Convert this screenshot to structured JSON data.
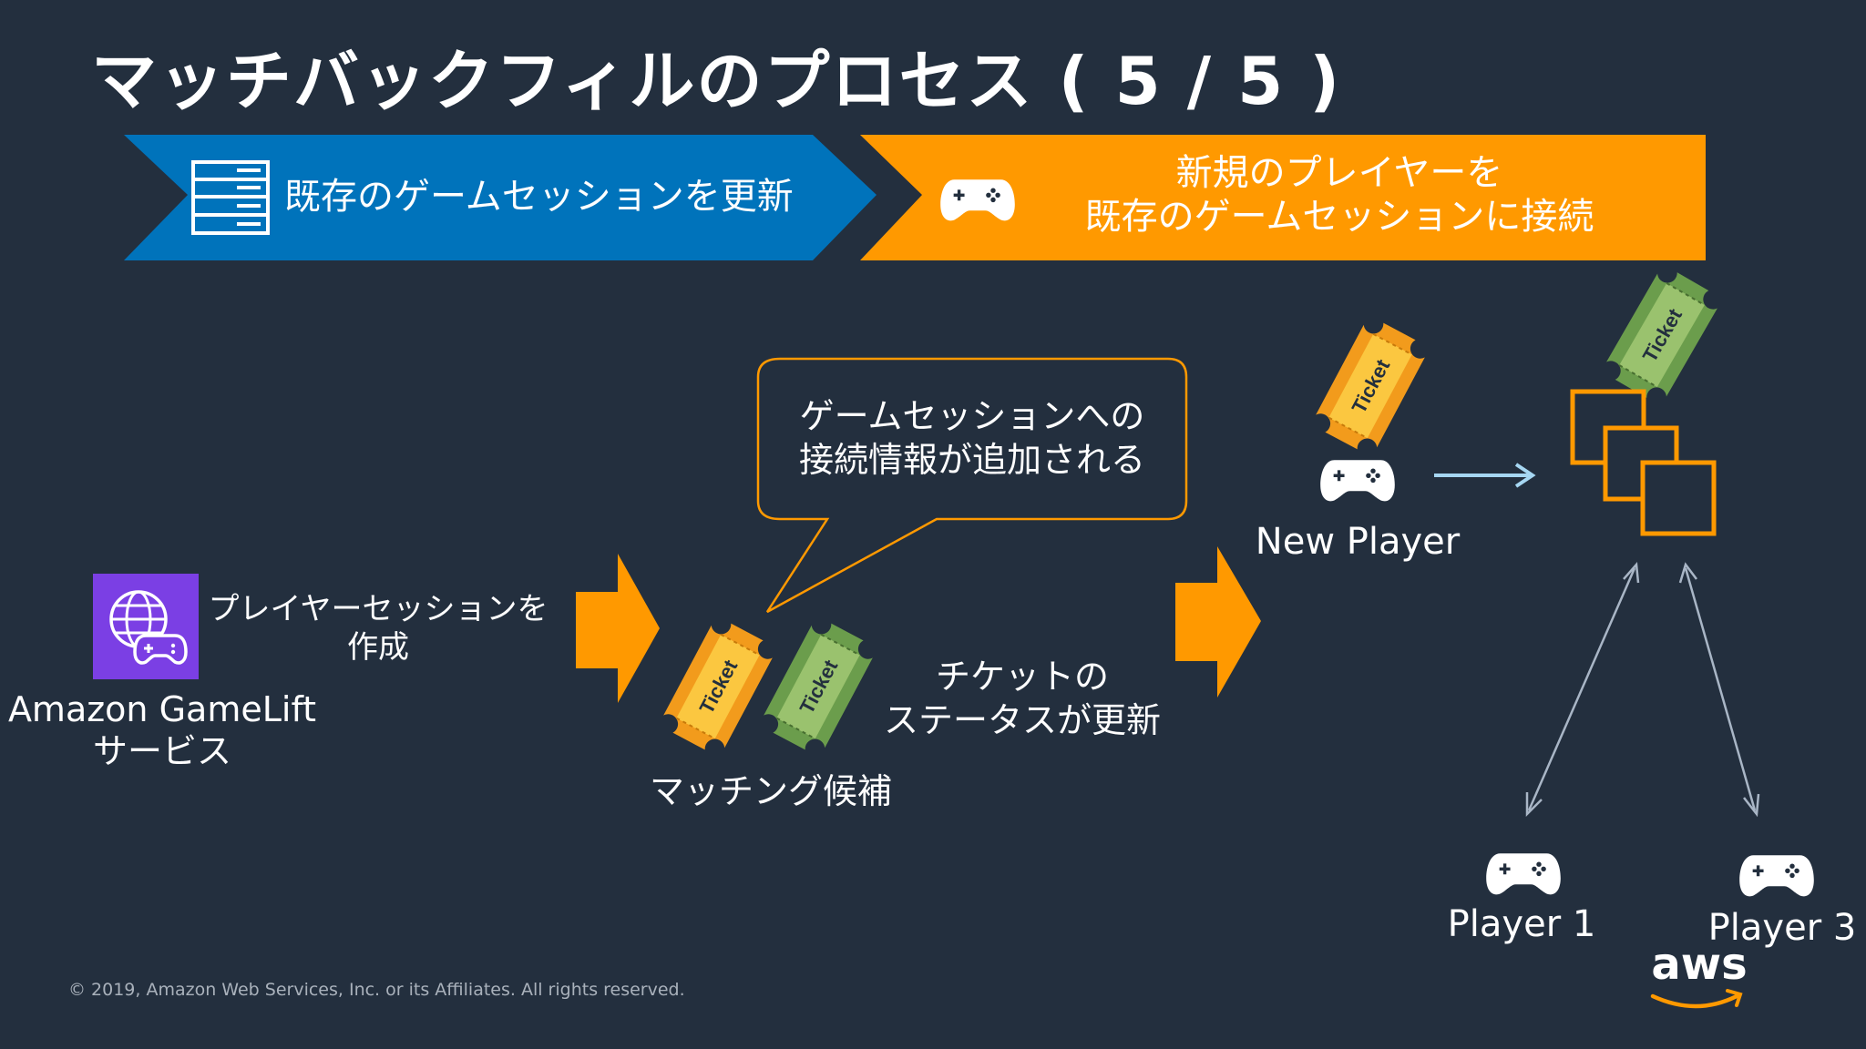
{
  "title": "マッチバックフィルのプロセス ( 5 / 5 )",
  "banner": {
    "step1": "既存のゲームセッションを更新",
    "step2_line1": "新規のプレイヤーを",
    "step2_line2": "既存のゲームセッションに接続",
    "colors": {
      "blue": "#0073bb",
      "orange": "#ff9900"
    }
  },
  "service": {
    "caption": "プレイヤーセッションを\n作成",
    "name_line1": "Amazon GameLift",
    "name_line2": "サービス",
    "icon_color": "#7b3fe4"
  },
  "speech_bubble": {
    "line1": "ゲームセッションへの",
    "line2": "接続情報が追加される"
  },
  "tickets": {
    "text": "Ticket",
    "candidates_label": "マッチング候補",
    "status_line1": "チケットの",
    "status_line2": "ステータスが更新"
  },
  "new_player": "New Player",
  "players": {
    "p1": "Player 1",
    "p3": "Player 3"
  },
  "logo": "aws",
  "copyright": "© 2019, Amazon Web Services, Inc. or its Affiliates. All rights reserved."
}
